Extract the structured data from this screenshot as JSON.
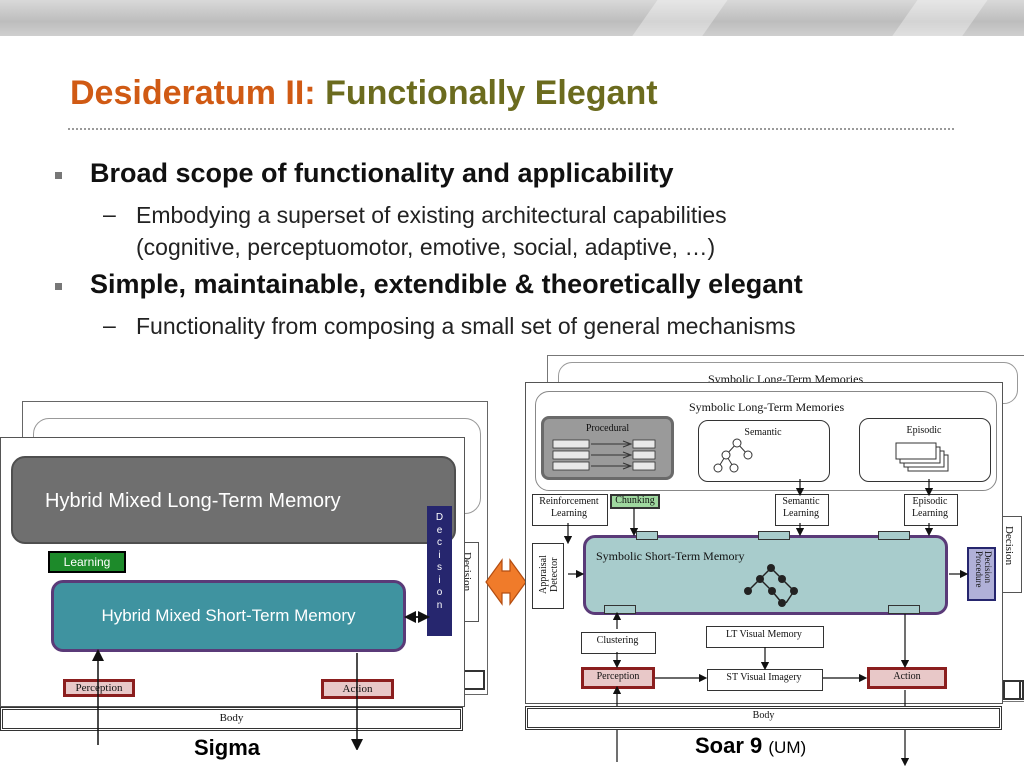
{
  "title": {
    "part1": "Desideratum II:",
    "part2": "Functionally Elegant"
  },
  "bullets": [
    {
      "text": "Broad scope of functionality and applicability",
      "sub": [
        "Embodying a superset of existing architectural capabilities",
        "(cognitive, perceptuomotor, emotive, social, adaptive, …)"
      ]
    },
    {
      "text": "Simple, maintainable, extendible & theoretically elegant",
      "sub": [
        "Functionality from composing a small set of general mechanisms"
      ]
    }
  ],
  "sigma": {
    "caption": "Sigma",
    "ltm": "Hybrid Mixed Long-Term Memory",
    "stm": "Hybrid Mixed Short-Term Memory",
    "learning": "Learning",
    "decision_letters": [
      "D",
      "e",
      "c",
      "i",
      "s",
      "i",
      "o",
      "n"
    ],
    "decision_side": "Decision",
    "perception": "Perception",
    "action": "Action",
    "body": "Body"
  },
  "soar": {
    "caption": "Soar 9",
    "caption_org": "(UM)",
    "symbolic_ltm": "Symbolic Long-Term Memories",
    "procedural": "Procedural",
    "semantic": "Semantic",
    "episodic": "Episodic",
    "reinforcement_learning": [
      "Reinforcement",
      "Learning"
    ],
    "chunking": "Chunking",
    "semantic_learning": [
      "Semantic",
      "Learning"
    ],
    "episodic_learning": [
      "Episodic",
      "Learning"
    ],
    "symbolic_stm": "Symbolic Short-Term Memory",
    "appraisal_detector": "Appraisal Detector",
    "decision_procedure": "Decision Procedure",
    "decision_side": "Decision",
    "clustering": "Clustering",
    "lt_visual_memory": "LT Visual Memory",
    "st_visual_imagery": "ST Visual Imagery",
    "perception": "Perception",
    "action": "Action",
    "body": "Body"
  },
  "colors": {
    "title_orange": "#d05a14",
    "title_olive": "#6b6b1e",
    "sigma_ltm": "#6f6f6f",
    "sigma_stm": "#3f93a0",
    "stm_border": "#5a3a78",
    "learning_green": "#1d8a2a",
    "decision_navy": "#26266e",
    "perception_red": "#8b1e1e",
    "arrow_orange": "#f07b2a",
    "soar_stm_fill": "#a8cccc"
  }
}
